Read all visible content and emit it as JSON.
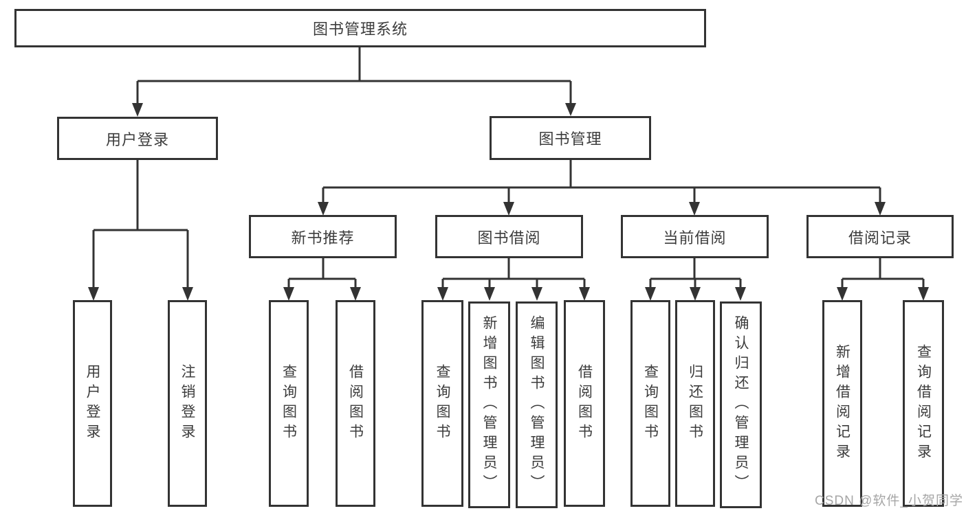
{
  "diagram": {
    "title": "图书管理系统",
    "branches": {
      "user_login": "用户登录",
      "book_mgmt": "图书管理"
    },
    "modules": {
      "new_book_rec": "新书推荐",
      "book_borrow": "图书借阅",
      "current_borrow": "当前借阅",
      "borrow_records": "借阅记录"
    },
    "leaves": {
      "user_login": "用户登录",
      "logout": "注销登录",
      "rec_query_books": "查询图书",
      "rec_borrow_books": "借阅图书",
      "bb_query_books": "查询图书",
      "bb_add_books": "新增图书（管理员）",
      "bb_edit_books": "编辑图书（管理员）",
      "bb_borrow_books": "借阅图书",
      "cb_query_books": "查询图书",
      "cb_return_books": "归还图书",
      "cb_confirm_return": "确认归还（管理员）",
      "br_add_record": "新增借阅记录",
      "br_query_record": "查询借阅记录"
    }
  },
  "watermark": "CSDN @软件_小贺同学",
  "colors": {
    "line": "#333333",
    "text": "#3c3c3c",
    "watermark": "#a6a6a6",
    "box_bg": "#ffffff",
    "background": "#ffffff"
  }
}
